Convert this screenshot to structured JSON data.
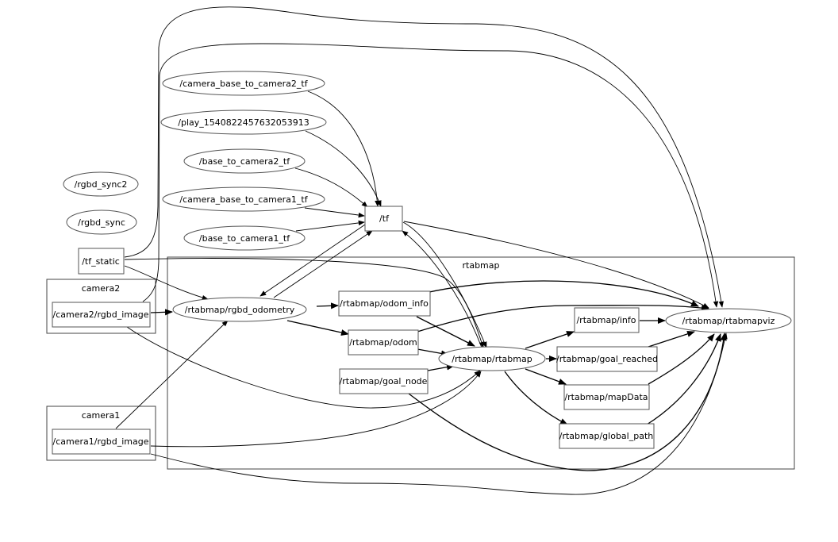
{
  "graph": {
    "title": "rqt_graph",
    "clusters": [
      {
        "id": "rtabmap",
        "label": "rtabmap"
      },
      {
        "id": "camera2",
        "label": "camera2"
      },
      {
        "id": "camera1",
        "label": "camera1"
      }
    ],
    "nodes": [
      {
        "id": "cam_base_cam2",
        "label": "/camera_base_to_camera2_tf",
        "shape": "ellipse"
      },
      {
        "id": "play",
        "label": "/play_1540822457632053913",
        "shape": "ellipse"
      },
      {
        "id": "base_cam2",
        "label": "/base_to_camera2_tf",
        "shape": "ellipse"
      },
      {
        "id": "cam_base_cam1",
        "label": "/camera_base_to_camera1_tf",
        "shape": "ellipse"
      },
      {
        "id": "base_cam1",
        "label": "/base_to_camera1_tf",
        "shape": "ellipse"
      },
      {
        "id": "rgbd_sync2",
        "label": "/rgbd_sync2",
        "shape": "ellipse"
      },
      {
        "id": "rgbd_sync",
        "label": "/rgbd_sync",
        "shape": "ellipse"
      },
      {
        "id": "tf",
        "label": "/tf",
        "shape": "box"
      },
      {
        "id": "tf_static",
        "label": "/tf_static",
        "shape": "box"
      },
      {
        "id": "cam2_rgbd",
        "label": "/camera2/rgbd_image",
        "shape": "box"
      },
      {
        "id": "cam1_rgbd",
        "label": "/camera1/rgbd_image",
        "shape": "box"
      },
      {
        "id": "rgbd_odom",
        "label": "/rtabmap/rgbd_odometry",
        "shape": "ellipse"
      },
      {
        "id": "odom_info",
        "label": "/rtabmap/odom_info",
        "shape": "box"
      },
      {
        "id": "odom",
        "label": "/rtabmap/odom",
        "shape": "box"
      },
      {
        "id": "goal_node",
        "label": "/rtabmap/goal_node",
        "shape": "box"
      },
      {
        "id": "rtabmap_node",
        "label": "/rtabmap/rtabmap",
        "shape": "ellipse"
      },
      {
        "id": "info",
        "label": "/rtabmap/info",
        "shape": "box"
      },
      {
        "id": "goal_reached",
        "label": "/rtabmap/goal_reached",
        "shape": "box"
      },
      {
        "id": "mapData",
        "label": "/rtabmap/mapData",
        "shape": "box"
      },
      {
        "id": "global_path",
        "label": "/rtabmap/global_path",
        "shape": "box"
      },
      {
        "id": "rtabmapviz",
        "label": "/rtabmap/rtabmapviz",
        "shape": "ellipse"
      }
    ],
    "edges": [
      {
        "from": "cam_base_cam2",
        "to": "tf"
      },
      {
        "from": "play",
        "to": "tf"
      },
      {
        "from": "base_cam2",
        "to": "tf"
      },
      {
        "from": "cam_base_cam1",
        "to": "tf"
      },
      {
        "from": "base_cam1",
        "to": "tf"
      },
      {
        "from": "rgbd_odom",
        "to": "tf"
      },
      {
        "from": "tf",
        "to": "rgbd_odom"
      },
      {
        "from": "tf",
        "to": "rtabmap_node"
      },
      {
        "from": "rtabmap_node",
        "to": "tf"
      },
      {
        "from": "tf",
        "to": "rtabmapviz"
      },
      {
        "from": "tf_static",
        "to": "rgbd_odom"
      },
      {
        "from": "tf_static",
        "to": "rtabmap_node"
      },
      {
        "from": "tf_static",
        "to": "rtabmapviz"
      },
      {
        "from": "cam2_rgbd",
        "to": "rgbd_odom"
      },
      {
        "from": "cam2_rgbd",
        "to": "rtabmap_node"
      },
      {
        "from": "cam2_rgbd",
        "to": "rtabmapviz"
      },
      {
        "from": "cam1_rgbd",
        "to": "rgbd_odom"
      },
      {
        "from": "cam1_rgbd",
        "to": "rtabmap_node"
      },
      {
        "from": "cam1_rgbd",
        "to": "rtabmapviz"
      },
      {
        "from": "rgbd_odom",
        "to": "odom_info"
      },
      {
        "from": "rgbd_odom",
        "to": "odom"
      },
      {
        "from": "odom_info",
        "to": "rtabmap_node"
      },
      {
        "from": "odom_info",
        "to": "rtabmapviz"
      },
      {
        "from": "odom",
        "to": "rtabmap_node"
      },
      {
        "from": "odom",
        "to": "rtabmapviz"
      },
      {
        "from": "goal_node",
        "to": "rtabmap_node"
      },
      {
        "from": "goal_node",
        "to": "rtabmapviz"
      },
      {
        "from": "rtabmap_node",
        "to": "info"
      },
      {
        "from": "rtabmap_node",
        "to": "goal_reached"
      },
      {
        "from": "rtabmap_node",
        "to": "mapData"
      },
      {
        "from": "rtabmap_node",
        "to": "global_path"
      },
      {
        "from": "info",
        "to": "rtabmapviz"
      },
      {
        "from": "goal_reached",
        "to": "rtabmapviz"
      },
      {
        "from": "mapData",
        "to": "rtabmapviz"
      },
      {
        "from": "global_path",
        "to": "rtabmapviz"
      }
    ]
  }
}
